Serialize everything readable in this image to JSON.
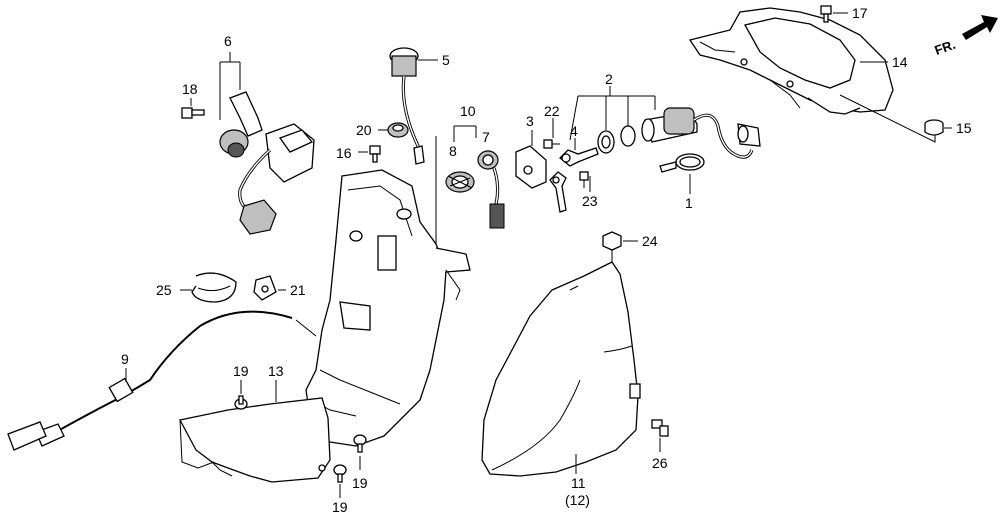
{
  "direction_label": "FR.",
  "callouts": {
    "c1": "1",
    "c2": "2",
    "c3": "3",
    "c4": "4",
    "c5": "5",
    "c6": "6",
    "c7": "7",
    "c8": "8",
    "c9": "9",
    "c10": "10",
    "c11": "11",
    "c12": "(12)",
    "c13": "13",
    "c14": "14",
    "c15": "15",
    "c16": "16",
    "c17": "17",
    "c18": "18",
    "c19a": "19",
    "c19b": "19",
    "c19c": "19",
    "c20": "20",
    "c21": "21",
    "c22": "22",
    "c23": "23",
    "c24": "24",
    "c25": "25",
    "c26": "26"
  }
}
